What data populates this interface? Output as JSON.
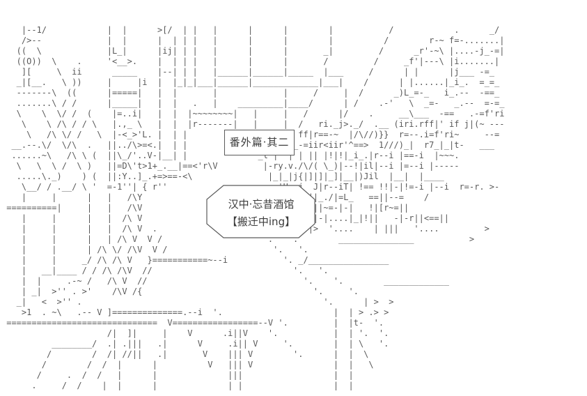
{
  "meta": {
    "background_color": "#ffffff",
    "art_ink_color": "#585858",
    "sign_ink_color": "#3c3c3c",
    "sign_border_color": "#5a5a5a"
  },
  "signs": {
    "chapter": {
      "text": "番外篇·其二"
    },
    "location": {
      "line1": "汉中·忘昔酒馆",
      "line2": "【搬迁中ing】"
    }
  },
  "ascii": {
    "lines": [
      "",
      "",
      "    |--1/            |  |      >[/  | |   |      |      |        |           /            .      _/ ",
      "    />--             |  |      |  | | |   |      |      |        |          /        r-~ f=-.......|",
      "   ((  \\             |L_|      |ij| | |   |      |      |       _|         /      _r'-~\\ |....-j_-=|",
      "   ((O))  \\    .     '<__>.    |  | | |   |      |      |       /         /     _f'|---\\ |i.......|",
      "    ][     \\  ii      _____    |--| | |   |______|______|_____  |___     /      | |      |j___ -=_ ",
      "   _|[__.   \\ ))     |     |i  |  |_|_|___|______|_____________|___|    /      | |......|_i_.  =_=_",
      "   -------\\  ((      |=====|   |  |       |             |     /     |  /      _)L_=-_   i_.--  -==_",
      "   .......\\ / /      |_____|   |  |   .   |    _________|____/      | /    .-'   \\  _=-   _.--  =-=_",
      "   \\    \\  \\/ /  (    |=..i|   |  |  |~~~~~~~~|   |     |   /      |/    .     __\\___  -==   .-=f'ri",
      "    \\    \\ /\\ / / \\   |.,_ \\   |  |  |r-------|   |     |  /   ri._j>._/  .__ (iri.rff|' if j|(~ ---",
      "     \\   /\\ \\/ /   \\  |-<_>'L. |  | |                 |  | ff|r==-~  |/\\//)}}  r=--.i=f'ri~     --=",
      "  __.--.\\/  \\/\\  .   ||../\\>=<.|  | |                 |  |_-=iir<iir'^==>  1///)_|  r7_|_|t-   ___ ",
      "  ......~\\   /\\ \\ (  ||\\_/'..V-|__| |              _l |  | | || |!|!|_i_.|r--i |==-i  |~~~.        ",
      "   \\   \\  \\ /  \\ )   ||=D\\'t>1+_.__|==<'r\\V         |-ry.v./\\/( \\_)|--!|il|--i |=--i |-----       ",
      "   .....\\._)    ) (  ||:Y..]_.+=>==-<\\               |_|_|j{|]|]|_]|__|)Jil  |__|  |____           ",
      "    \\__/ / .__/ \\ '  =-1''| { r''                     ~'U-=j  J|r--iT| !== !!|-|!=-i |--i  r=-r. >-",
      "    |     |      |   |   /\\Y                            >'a=-||_./|=L_   ==||--=    /              ",
      " ==========|     |   |   /\\V                              ||f=||~=-|-|   !|[r~=||                  ",
      "    |     |      |   |  /\\ V                             ||/\\=|-|....|_|!||   -|-r||<==||          ",
      "    |     |      |   |  /\\ V  .                       < /==>=|>  '....    | |||   '....         >  ",
      "    |     |      |   | /\\ V  V /                    '.   '.        _______________           >     ",
      "    |     |      | /\\ \\/ /\\V  V /                     '.   '.                                      ",
      "    |     |     _/ /\\ /\\ V   }===========~--i           '. _/________________                      ",
      "    |   __|____ / / /\\ /\\V  //                            '.   '.                                  ",
      "    |  |     .-~ /   /\\ V  //                               '.    '.        _____________          ",
      "    | _|  >'' . >'    /\\V /{                                  '.     '.                            ",
      "   _|   <  >'' .                                                '.      | >  >                     ",
      "    >1  . ~\\   .-- V ]==============.--i  '.                      |  | > .> >                      ",
      " ==============================  V=================--V '.         |  |t-  '.                       ",
      "                     /|  ]|     |    V      .i||V    '.           |  | '.  '.                      ",
      "          ________/  .| .|||   .|      V     .i|| V     '.        |  | \\   '.                      ",
      "         /        /  /| //||   .|       V    ||| V        '.      |  |  \\                          ",
      "        /        /  /  |      |          V   ||| V                |  |   \\                         ",
      "       /     .  /  /   |      |              |||                  |  |                             ",
      "      .     /  /    |  |      |              | |                  |  |                             ",
      ""
    ]
  }
}
